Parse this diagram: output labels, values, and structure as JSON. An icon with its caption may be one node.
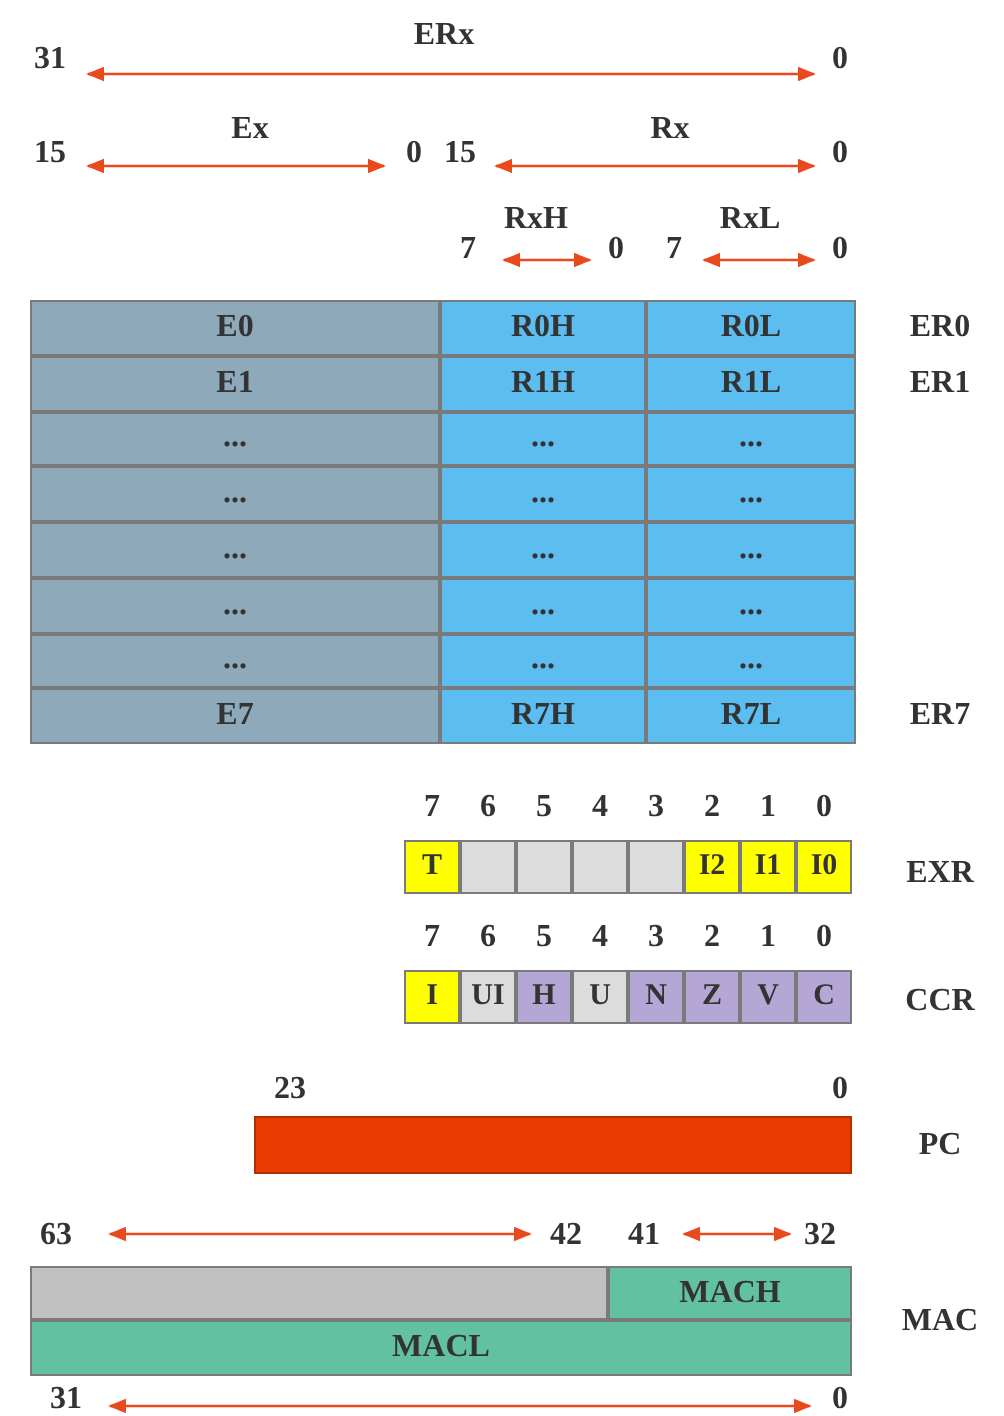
{
  "diagram": {
    "nodes": [
      {
        "text": [
          "E0"
        ]
      },
      {
        "text": [
          "R0H"
        ]
      },
      {
        "text": [
          "R0L"
        ]
      },
      {
        "text": [
          "E1"
        ]
      },
      {
        "text": [
          "R1H"
        ]
      },
      {
        "text": [
          "R1L"
        ]
      },
      {
        "text": [
          "..."
        ]
      },
      {
        "text": [
          "..."
        ]
      },
      {
        "text": [
          "..."
        ]
      },
      {
        "text": [
          "..."
        ]
      },
      {
        "text": [
          "..."
        ]
      },
      {
        "text": [
          "..."
        ]
      },
      {
        "text": [
          "..."
        ]
      },
      {
        "text": [
          "..."
        ]
      },
      {
        "text": [
          "..."
        ]
      },
      {
        "text": [
          "..."
        ]
      },
      {
        "text": [
          "..."
        ]
      },
      {
        "text": [
          "..."
        ]
      },
      {
        "text": [
          "..."
        ]
      },
      {
        "text": [
          "..."
        ]
      },
      {
        "text": [
          "..."
        ]
      },
      {
        "text": [
          "E7"
        ]
      },
      {
        "text": [
          "R7H"
        ]
      },
      {
        "text": [
          "R7L"
        ]
      },
      {
        "text": [
          "T"
        ]
      },
      {
        "text": [],
        "shape": "box"
      },
      {
        "text": [],
        "shape": "box"
      },
      {
        "text": [],
        "shape": "box"
      },
      {
        "text": [],
        "shape": "box"
      },
      {
        "text": [
          "I2"
        ]
      },
      {
        "text": [
          "I1"
        ]
      },
      {
        "text": [
          "I0"
        ]
      },
      {
        "text": [
          "I"
        ]
      },
      {
        "text": [
          "UI"
        ]
      },
      {
        "text": [
          "H"
        ]
      },
      {
        "text": [
          "U"
        ]
      },
      {
        "text": [
          "N"
        ]
      },
      {
        "text": [
          "Z"
        ]
      },
      {
        "text": [
          "V"
        ]
      },
      {
        "text": [
          "C"
        ]
      },
      {
        "text": [],
        "shape": "bar"
      },
      {
        "text": [],
        "shape": "box"
      },
      {
        "text": [
          "MACH"
        ]
      },
      {
        "text": [
          "MACL"
        ]
      }
    ],
    "edges": [],
    "labels": [
      "31",
      "ERx",
      "0",
      "15",
      "Ex",
      "0",
      "15",
      "Rx",
      "0",
      "7",
      "RxH",
      "0",
      "7",
      "RxL",
      "0",
      "ER0",
      "ER1",
      "ER7",
      "7",
      "6",
      "5",
      "4",
      "3",
      "2",
      "1",
      "0",
      "EXR",
      "7",
      "6",
      "5",
      "4",
      "3",
      "2",
      "1",
      "0",
      "CCR",
      "23",
      "0",
      "PC",
      "63",
      "42",
      "41",
      "32",
      "MAC",
      "31",
      "0"
    ]
  }
}
